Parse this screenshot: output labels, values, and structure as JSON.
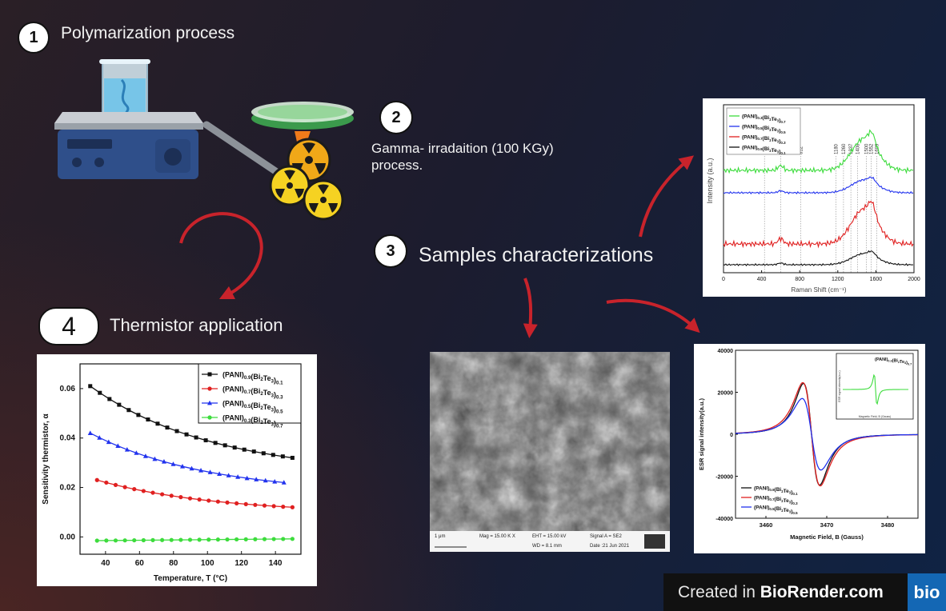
{
  "steps": {
    "s1": {
      "number": "1",
      "label": "Polymarization process"
    },
    "s2": {
      "number": "2",
      "label_line1": "Gamma- irradaition (100 KGy)",
      "label_line2": "process."
    },
    "s3": {
      "number": "3",
      "label": "Samples characterizations"
    },
    "s4": {
      "number": "4",
      "label": "Thermistor application"
    }
  },
  "colors": {
    "arrow": "#c8232b",
    "black_series": "#111111",
    "red_series": "#e02020",
    "blue_series": "#2233ee",
    "green_series": "#3ddc3d",
    "brand": "#1467b4"
  },
  "icons": [
    "hot-plate-stirrer-icon",
    "beaker-icon",
    "petri-dish-icon",
    "radiation-source-icon",
    "sem-image"
  ],
  "sem": {
    "scale_bar": "1 μm",
    "mag": "Mag = 15.00 K X",
    "eht": "EHT = 15.00 kV",
    "wd": "WD = 8.1 mm",
    "signal": "Signal A = SE2",
    "date": "Date :21 Jun 2021"
  },
  "chart_data": [
    {
      "type": "scatter",
      "id": "thermistor",
      "xlabel": "Temperature, T (°C)",
      "ylabel": "Sensitivity thermistor, α",
      "xlim": [
        25,
        155
      ],
      "ylim": [
        -0.007,
        0.07
      ],
      "xticks": [
        40,
        60,
        80,
        100,
        120,
        140
      ],
      "yticks": [
        "0.00",
        "0.02",
        "0.04",
        "0.06"
      ],
      "legend_position": "top-right",
      "series": [
        {
          "name": "(PANI)0.9(Bi2Te3)0.1",
          "color": "#111111",
          "marker": "square",
          "x_start": 31,
          "x_end": 150,
          "y_start": 0.061,
          "y_end": 0.032
        },
        {
          "name": "(PANI)0.7(Bi2Te3)0.3",
          "color": "#e02020",
          "marker": "circle",
          "x_start": 35,
          "x_end": 150,
          "y_start": 0.023,
          "y_end": 0.012
        },
        {
          "name": "(PANI)0.5(Bi2Te3)0.5",
          "color": "#2233ee",
          "marker": "triangle",
          "x_start": 31,
          "x_end": 145,
          "y_start": 0.042,
          "y_end": 0.022
        },
        {
          "name": "(PANI)0.3(Bi2Te3)0.7",
          "color": "#3ddc3d",
          "marker": "circle",
          "x_start": 35,
          "x_end": 150,
          "y_start": -0.0015,
          "y_end": -0.0008
        }
      ]
    },
    {
      "type": "line",
      "id": "raman",
      "xlabel": "Raman Shift (cm⁻¹)",
      "ylabel": "Intensity (a.u.)",
      "xlim": [
        0,
        2000
      ],
      "xticks": [
        0,
        400,
        800,
        1200,
        1600,
        2000
      ],
      "legend_position": "top-left",
      "peaks": [
        430,
        600,
        812,
        1180,
        1260,
        1337,
        1408,
        1500,
        1552,
        1609
      ],
      "series": [
        {
          "name": "(PANI)0.3(Bi2Te3)0.7",
          "color": "#3ddc3d"
        },
        {
          "name": "(PANI)0.5(Bi2Te3)0.5",
          "color": "#2233ee"
        },
        {
          "name": "(PANI)0.7(Bi2Te3)0.3",
          "color": "#e02020"
        },
        {
          "name": "(PANI)0.9(Bi2Te3)0.1",
          "color": "#111111"
        }
      ]
    },
    {
      "type": "line",
      "id": "esr",
      "xlabel": "Magnetic Field, B (Gauss)",
      "ylabel": "ESR signal intensity(a.u.)",
      "xlim": [
        3455,
        3485
      ],
      "ylim": [
        -40000,
        40000
      ],
      "xticks": [
        3460,
        3470,
        3480
      ],
      "yticks": [
        "-40000",
        "-20000",
        "0",
        "20000",
        "40000"
      ],
      "legend_position": "bottom-left",
      "inset_label": "(PANI)0.3(Bi2Te3)0.7",
      "inset_xlabel": "Magnetic Field, B (Gauss)",
      "inset_ylabel": "ESR signal intensity(a.u.)",
      "series": [
        {
          "name": "(PANI)0.9(Bi2Te3)0.1",
          "color": "#111111",
          "amplitude": 32000
        },
        {
          "name": "(PANI)0.7(Bi2Te3)0.3",
          "color": "#e02020",
          "amplitude": 32500
        },
        {
          "name": "(PANI)0.5(Bi2Te3)0.5",
          "color": "#2233ee",
          "amplitude": 22500
        }
      ]
    }
  ],
  "credit": {
    "text": "Created in ",
    "brand": "BioRender.com",
    "logo": "bio"
  }
}
